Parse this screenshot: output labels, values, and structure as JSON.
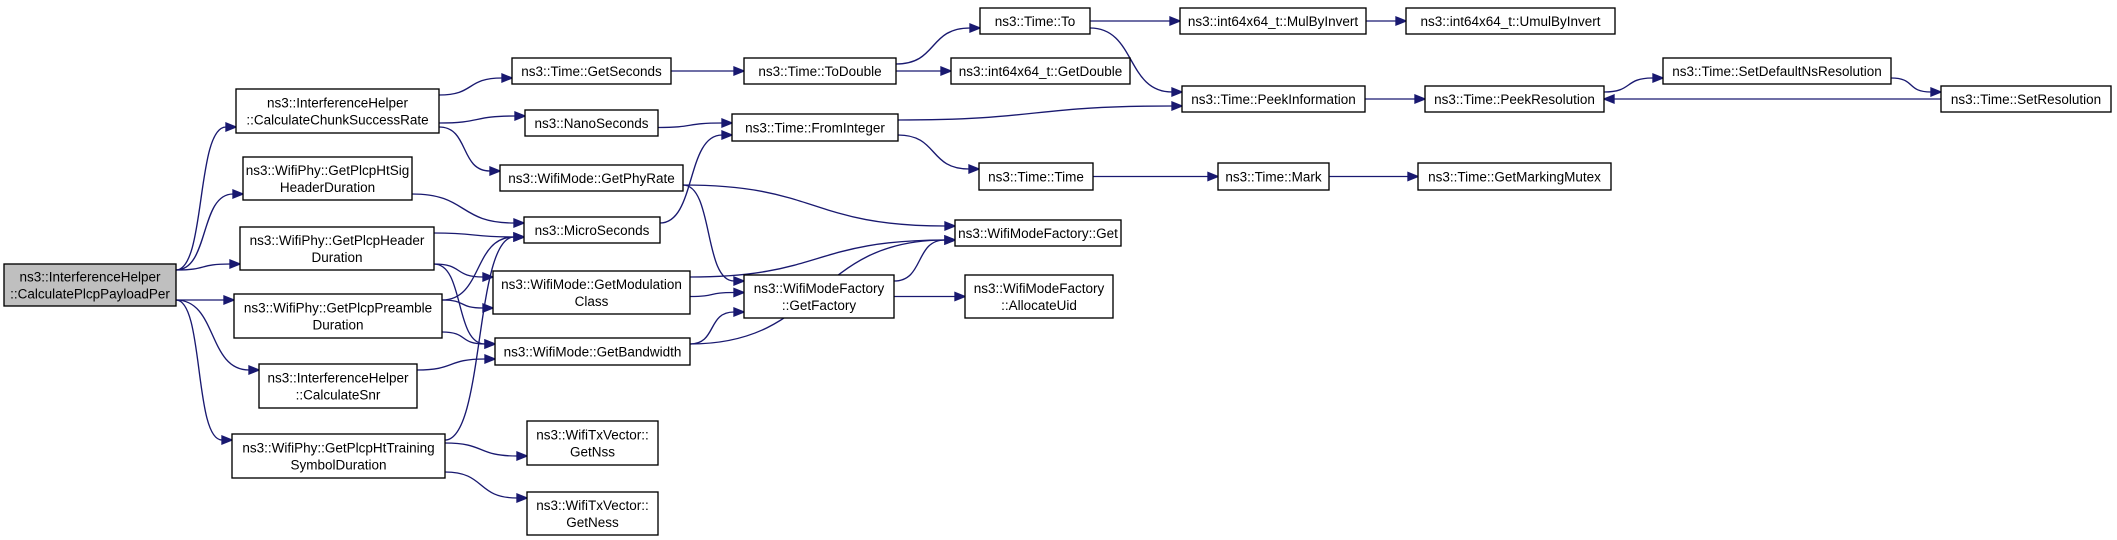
{
  "graph": {
    "colors": {
      "edge": "#191970",
      "root_fill": "#bfbfbf",
      "node_fill": "#ffffff",
      "border": "#000000"
    },
    "nodes": [
      {
        "id": "root",
        "lines": [
          "ns3::InterferenceHelper",
          "::CalculatePlcpPayloadPer"
        ],
        "root": true
      },
      {
        "id": "chunk",
        "lines": [
          "ns3::InterferenceHelper",
          "::CalculateChunkSuccessRate"
        ]
      },
      {
        "id": "htsig",
        "lines": [
          "ns3::WifiPhy::GetPlcpHtSig",
          "HeaderDuration"
        ]
      },
      {
        "id": "hdr",
        "lines": [
          "ns3::WifiPhy::GetPlcpHeader",
          "Duration"
        ]
      },
      {
        "id": "pre",
        "lines": [
          "ns3::WifiPhy::GetPlcpPreamble",
          "Duration"
        ]
      },
      {
        "id": "snr",
        "lines": [
          "ns3::InterferenceHelper",
          "::CalculateSnr"
        ]
      },
      {
        "id": "httr",
        "lines": [
          "ns3::WifiPhy::GetPlcpHtTraining",
          "SymbolDuration"
        ]
      },
      {
        "id": "getsec",
        "lines": [
          "ns3::Time::GetSeconds"
        ]
      },
      {
        "id": "nano",
        "lines": [
          "ns3::NanoSeconds"
        ]
      },
      {
        "id": "phyrate",
        "lines": [
          "ns3::WifiMode::GetPhyRate"
        ]
      },
      {
        "id": "micro",
        "lines": [
          "ns3::MicroSeconds"
        ]
      },
      {
        "id": "modcls",
        "lines": [
          "ns3::WifiMode::GetModulation",
          "Class"
        ]
      },
      {
        "id": "bw",
        "lines": [
          "ns3::WifiMode::GetBandwidth"
        ]
      },
      {
        "id": "nss",
        "lines": [
          "ns3::WifiTxVector::",
          "GetNss"
        ]
      },
      {
        "id": "ness",
        "lines": [
          "ns3::WifiTxVector::",
          "GetNess"
        ]
      },
      {
        "id": "todouble",
        "lines": [
          "ns3::Time::ToDouble"
        ]
      },
      {
        "id": "fromint",
        "lines": [
          "ns3::Time::FromInteger"
        ]
      },
      {
        "id": "factory",
        "lines": [
          "ns3::WifiModeFactory",
          "::GetFactory"
        ]
      },
      {
        "id": "to",
        "lines": [
          "ns3::Time::To"
        ]
      },
      {
        "id": "getdouble",
        "lines": [
          "ns3::int64x64_t::GetDouble"
        ]
      },
      {
        "id": "time",
        "lines": [
          "ns3::Time::Time"
        ]
      },
      {
        "id": "wmfget",
        "lines": [
          "ns3::WifiModeFactory::Get"
        ]
      },
      {
        "id": "alloc",
        "lines": [
          "ns3::WifiModeFactory",
          "::AllocateUid"
        ]
      },
      {
        "id": "mulinv",
        "lines": [
          "ns3::int64x64_t::MulByInvert"
        ]
      },
      {
        "id": "peekinfo",
        "lines": [
          "ns3::Time::PeekInformation"
        ]
      },
      {
        "id": "mark",
        "lines": [
          "ns3::Time::Mark"
        ]
      },
      {
        "id": "umul",
        "lines": [
          "ns3::int64x64_t::UmulByInvert"
        ]
      },
      {
        "id": "peekres",
        "lines": [
          "ns3::Time::PeekResolution"
        ]
      },
      {
        "id": "mutex",
        "lines": [
          "ns3::Time::GetMarkingMutex"
        ]
      },
      {
        "id": "setdef",
        "lines": [
          "ns3::Time::SetDefaultNsResolution"
        ]
      },
      {
        "id": "setres",
        "lines": [
          "ns3::Time::SetResolution"
        ]
      }
    ],
    "edges": [
      [
        "root",
        "chunk"
      ],
      [
        "root",
        "htsig"
      ],
      [
        "root",
        "hdr"
      ],
      [
        "root",
        "pre"
      ],
      [
        "root",
        "snr"
      ],
      [
        "root",
        "httr"
      ],
      [
        "chunk",
        "getsec"
      ],
      [
        "chunk",
        "nano"
      ],
      [
        "chunk",
        "phyrate"
      ],
      [
        "htsig",
        "micro"
      ],
      [
        "hdr",
        "micro"
      ],
      [
        "hdr",
        "modcls"
      ],
      [
        "hdr",
        "bw"
      ],
      [
        "pre",
        "micro"
      ],
      [
        "pre",
        "modcls"
      ],
      [
        "pre",
        "bw"
      ],
      [
        "snr",
        "bw"
      ],
      [
        "httr",
        "micro"
      ],
      [
        "httr",
        "nss"
      ],
      [
        "httr",
        "ness"
      ],
      [
        "getsec",
        "todouble"
      ],
      [
        "nano",
        "fromint"
      ],
      [
        "phyrate",
        "wmfget"
      ],
      [
        "phyrate",
        "factory"
      ],
      [
        "micro",
        "fromint"
      ],
      [
        "modcls",
        "wmfget"
      ],
      [
        "modcls",
        "factory"
      ],
      [
        "bw",
        "factory"
      ],
      [
        "bw",
        "wmfget"
      ],
      [
        "todouble",
        "to"
      ],
      [
        "todouble",
        "getdouble"
      ],
      [
        "fromint",
        "peekinfo"
      ],
      [
        "fromint",
        "time"
      ],
      [
        "factory",
        "wmfget"
      ],
      [
        "factory",
        "alloc"
      ],
      [
        "to",
        "mulinv"
      ],
      [
        "to",
        "peekinfo"
      ],
      [
        "mulinv",
        "umul"
      ],
      [
        "time",
        "mark"
      ],
      [
        "mark",
        "mutex"
      ],
      [
        "peekinfo",
        "peekres"
      ],
      [
        "peekres",
        "setdef"
      ],
      [
        "setdef",
        "setres"
      ],
      [
        "setres",
        "peekres"
      ]
    ]
  }
}
